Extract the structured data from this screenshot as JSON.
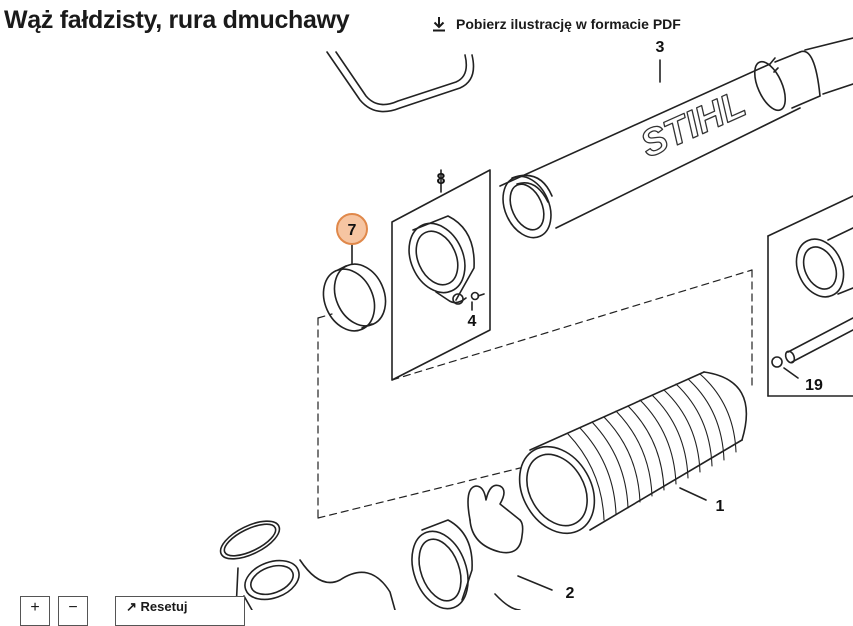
{
  "header": {
    "title": "Wąż fałdzisty, rura dmuchawy",
    "pdf_link_label": "Pobierz ilustrację w formacie PDF",
    "pdf_icon": "download-icon"
  },
  "diagram": {
    "brand_text": "STIHL",
    "highlight_color": "#f6c5a2",
    "highlight_border_color": "#e0884a",
    "part_labels": {
      "p7": "7",
      "p8": "8",
      "p4": "4",
      "p1": "1",
      "p2": "2",
      "p19": "19",
      "p3": "3"
    }
  },
  "controls": {
    "zoom_in_icon": "plus-icon",
    "zoom_out_icon": "minus-icon",
    "reset_label": "Resetuj",
    "reset_icon": "reset-arrow-icon"
  }
}
